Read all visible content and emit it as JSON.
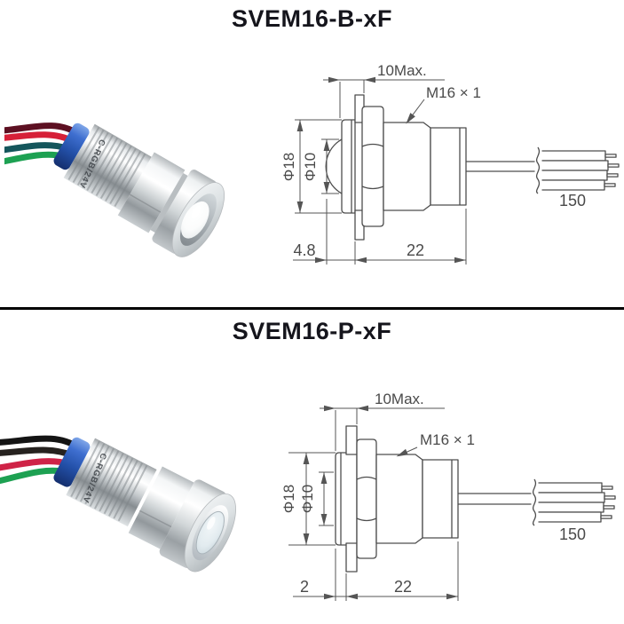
{
  "colors": {
    "line": "#4d4d4d",
    "dim_text": "#4a4a4a",
    "title_text": "#15151c",
    "separator": "#000000",
    "blue_ring": "#2a56b8",
    "wire_red": "#d62038",
    "wire_green": "#1da152",
    "wire_dark": "#141414",
    "lens_white": "#f4f7f8"
  },
  "sections": [
    {
      "title": "SVEM16-B-xF",
      "photo": {
        "marking": "C-RGB/24V"
      },
      "drawing": {
        "panel_thickness": "10Max.",
        "thread": "M16 × 1",
        "outer_dia": "Φ18",
        "lens_dia": "Φ10",
        "front_protrusion": "4.8",
        "body_length": "22",
        "wire_length": "150"
      }
    },
    {
      "title": "SVEM16-P-xF",
      "photo": {
        "marking": "C-RGB/24V"
      },
      "drawing": {
        "panel_thickness": "10Max.",
        "thread": "M16 × 1",
        "outer_dia": "Φ18",
        "lens_dia": "Φ10",
        "front_protrusion": "2",
        "body_length": "22",
        "wire_length": "150"
      }
    }
  ]
}
